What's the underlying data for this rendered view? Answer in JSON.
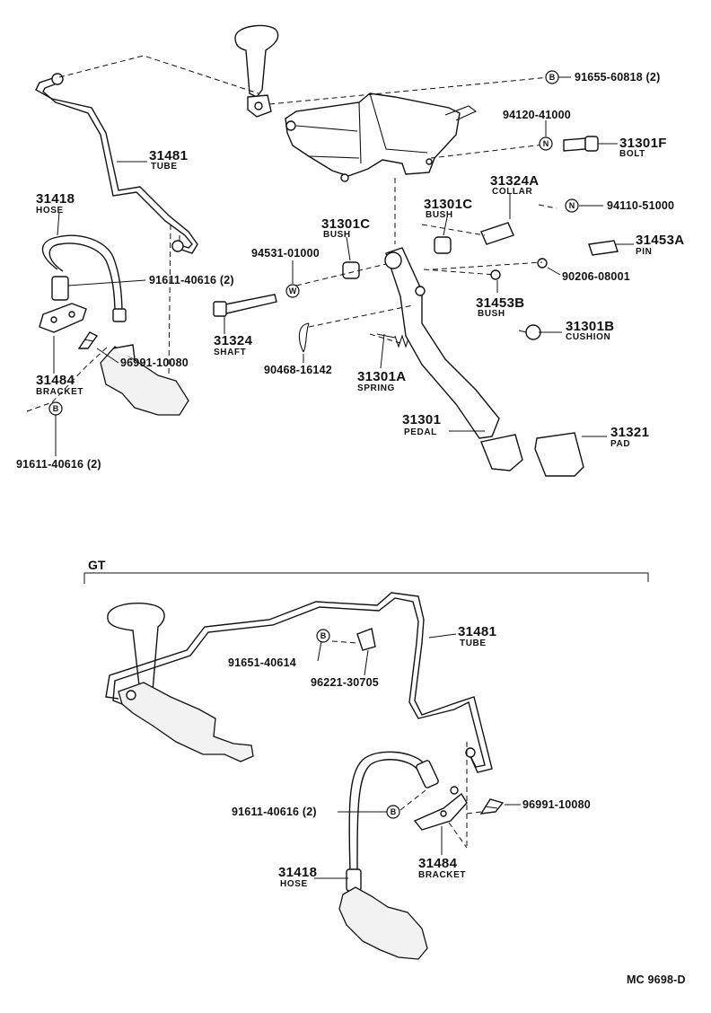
{
  "labels": {
    "b_91655": "91655-60818 (2)",
    "n_94120": "94120-41000",
    "p_31301F": "31301F",
    "d_bolt": "BOLT",
    "p_31481": "31481",
    "d_tube": "TUBE",
    "p_31324A": "31324A",
    "d_collar": "COLLAR",
    "n_94110": "94110-51000",
    "p_31418": "31418",
    "d_hose": "HOSE",
    "p_31301C_a": "31301C",
    "d_bush_a": "BUSH",
    "p_31301C_b": "31301C",
    "d_bush_b": "BUSH",
    "p_31453A": "31453A",
    "d_pin": "PIN",
    "n_94531": "94531-01000",
    "n_90206": "90206-08001",
    "b_91611_top": "91611-40616 (2)",
    "p_31453B": "31453B",
    "d_bush_c": "BUSH",
    "p_31301B": "31301B",
    "d_cushion": "CUSHION",
    "p_31324": "31324",
    "d_shaft": "SHAFT",
    "n_96991_top": "96991-10080",
    "n_90468": "90468-16142",
    "p_31301A": "31301A",
    "d_spring": "SPRING",
    "p_31484": "31484",
    "d_bracket": "BRACKET",
    "p_31301": "31301",
    "d_pedal": "PEDAL",
    "p_31321": "31321",
    "d_pad": "PAD",
    "b_91611_left": "91611-40616 (2)",
    "gt_title": "GT",
    "gt_p_31481": "31481",
    "gt_d_tube": "TUBE",
    "gt_n_91651": "91651-40614",
    "gt_n_96221": "96221-30705",
    "gt_b_91611": "91611-40616 (2)",
    "gt_n_96991": "96991-10080",
    "gt_p_31484": "31484",
    "gt_d_bracket": "BRACKET",
    "gt_p_31418": "31418",
    "gt_d_hose": "HOSE",
    "catalog": "MC  9698-D"
  },
  "symbols": {
    "bolt": "B",
    "nut": "N",
    "washer": "W"
  }
}
